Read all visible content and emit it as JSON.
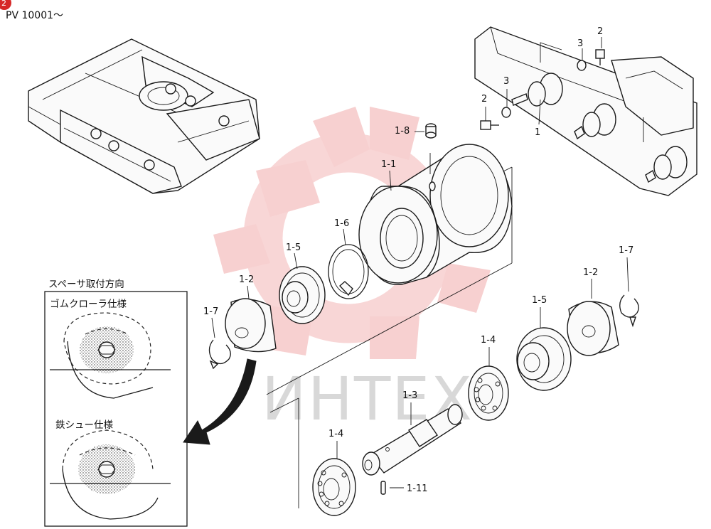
{
  "header": {
    "badge": "2",
    "serial": "PV 10001～"
  },
  "watermark": {
    "text": "ИНТЕХ",
    "color": "#e35a5a"
  },
  "callout": {
    "title": "スペーサ取付方向",
    "rubber_label": "ゴムクローラ仕様",
    "steel_label": "鉄シュー仕様"
  },
  "parts": {
    "p1": "1",
    "p2a": "2",
    "p2b": "2",
    "p3a": "3",
    "p3b": "3",
    "p1_1": "1-1",
    "p1_2a": "1-2",
    "p1_2b": "1-2",
    "p1_3": "1-3",
    "p1_4a": "1-4",
    "p1_4b": "1-4",
    "p1_5a": "1-5",
    "p1_5b": "1-5",
    "p1_6": "1-6",
    "p1_7a": "1-7",
    "p1_7b": "1-7",
    "p1_8": "1-8",
    "p1_11": "1-11"
  }
}
